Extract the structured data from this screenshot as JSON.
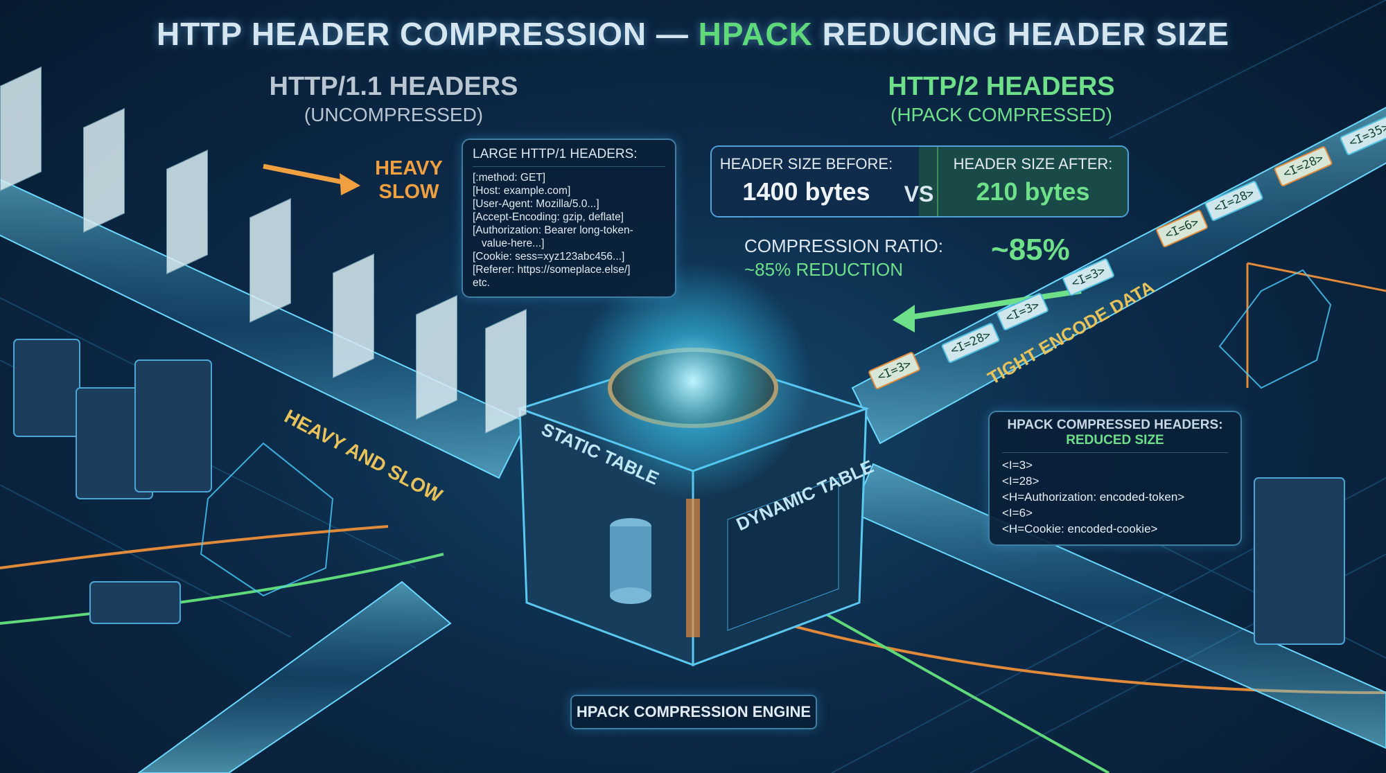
{
  "title": {
    "part1": "HTTP HEADER COMPRESSION — ",
    "part2": "HPACK",
    "part3": " REDUCING HEADER SIZE"
  },
  "left": {
    "heading": "HTTP/1.1 HEADERS",
    "subheading": "(UNCOMPRESSED)",
    "heavy": "HEAVY",
    "slow": "SLOW",
    "flow_label": "HEAVY AND SLOW"
  },
  "right": {
    "heading": "HTTP/2 HEADERS",
    "subheading": "(HPACK COMPRESSED)",
    "flow_label": "TIGHT ENCODE DATA"
  },
  "large_box": {
    "heading": "LARGE HTTP/1 HEADERS:",
    "lines": [
      "[:method: GET]",
      "[Host: example.com]",
      "[User-Agent: Mozilla/5.0...]",
      "[Accept-Encoding: gzip, deflate]",
      "[Authorization: Bearer long-token-",
      "   value-here...]",
      "[Cookie: sess=xyz123abc456...]",
      "[Referer: https://someplace.else/]",
      "etc."
    ]
  },
  "comparison": {
    "before_label": "HEADER SIZE BEFORE:",
    "before_value": "1400 bytes",
    "vs": "VS",
    "after_label": "HEADER SIZE AFTER:",
    "after_value": "210 bytes"
  },
  "ratio": {
    "label": "COMPRESSION RATIO:",
    "reduction": "~85% REDUCTION",
    "big": "~85%"
  },
  "hpack_box": {
    "heading": "HPACK COMPRESSED HEADERS:",
    "subheading": "REDUCED SIZE",
    "lines": [
      "<I=3>",
      "<I=28>",
      "<H=Authorization: encoded-token>",
      "<I=6>",
      "<H=Cookie: encoded-cookie>"
    ]
  },
  "engine": {
    "static": "STATIC TABLE",
    "dynamic": "DYNAMIC TABLE",
    "label": "HPACK COMPRESSION ENGINE"
  },
  "tokens": [
    "<I=3>",
    "<I=28>",
    "<I=3>",
    "<I=3>",
    "<I=6>",
    "<I=28>",
    "<I=28>",
    "<I=35>"
  ],
  "colors": {
    "background": "#0c2a48",
    "accent_green": "#6fe08a",
    "accent_orange": "#f0a040",
    "accent_blue": "#4fa3d8"
  }
}
